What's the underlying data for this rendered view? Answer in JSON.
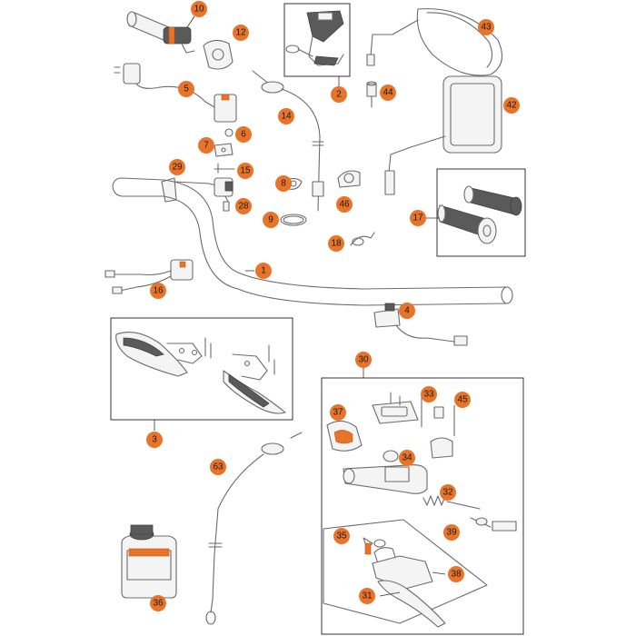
{
  "diagram": {
    "accent_color": "#e8742a",
    "line_color": "#6b6b6b",
    "callouts": [
      "10",
      "12",
      "2",
      "43",
      "5",
      "44",
      "42",
      "14",
      "6",
      "7",
      "15",
      "29",
      "8",
      "46",
      "28",
      "9",
      "17",
      "18",
      "1",
      "16",
      "4",
      "3",
      "30",
      "33",
      "37",
      "45",
      "34",
      "32",
      "63",
      "39",
      "35",
      "36",
      "38",
      "31"
    ],
    "callout_labels": {
      "c10": "10",
      "c12": "12",
      "c2": "2",
      "c43": "43",
      "c5": "5",
      "c44": "44",
      "c42": "42",
      "c14": "14",
      "c6": "6",
      "c7": "7",
      "c15": "15",
      "c29": "29",
      "c8": "8",
      "c46": "46",
      "c28": "28",
      "c9": "9",
      "c17": "17",
      "c18": "18",
      "c1": "1",
      "c16": "16",
      "c4": "4",
      "c3": "3",
      "c30": "30",
      "c33": "33",
      "c37": "37",
      "c45": "45",
      "c34": "34",
      "c32": "32",
      "c63": "63",
      "c39": "39",
      "c35": "35",
      "c36": "36",
      "c38": "38",
      "c31": "31"
    }
  }
}
